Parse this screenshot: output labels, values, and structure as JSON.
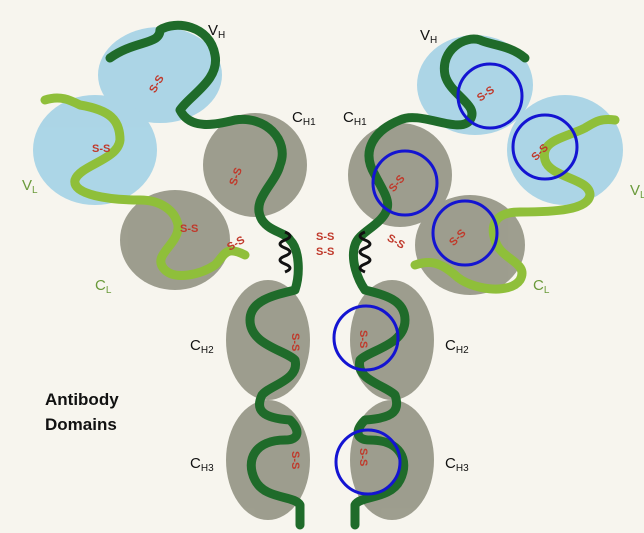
{
  "title_lines": [
    "Antibody",
    "Domains"
  ],
  "labels": {
    "vh_left": "V",
    "vh_left_sub": "H",
    "vh_right": "V",
    "vh_right_sub": "H",
    "vl_left": "V",
    "vl_left_sub": "L",
    "vl_right": "V",
    "vl_right_sub": "L",
    "ch1_left": "C",
    "ch1_left_sub": "H1",
    "ch1_right": "C",
    "ch1_right_sub": "H1",
    "cl_left": "C",
    "cl_left_sub": "L",
    "cl_right": "C",
    "cl_right_sub": "L",
    "ch2_left": "C",
    "ch2_left_sub": "H2",
    "ch2_right": "C",
    "ch2_right_sub": "H2",
    "ch3_left": "C",
    "ch3_left_sub": "H3",
    "ch3_right": "C",
    "ch3_right_sub": "H3"
  },
  "disulfide_text": "S-S",
  "colors": {
    "heavy_chain": "#1f6b2a",
    "light_chain": "#8fbf3a",
    "variable_region": "#a8d4e6",
    "constant_region": "#8e8e7e",
    "disulfide": "#c0392b",
    "highlight_circle": "#1414d2"
  }
}
